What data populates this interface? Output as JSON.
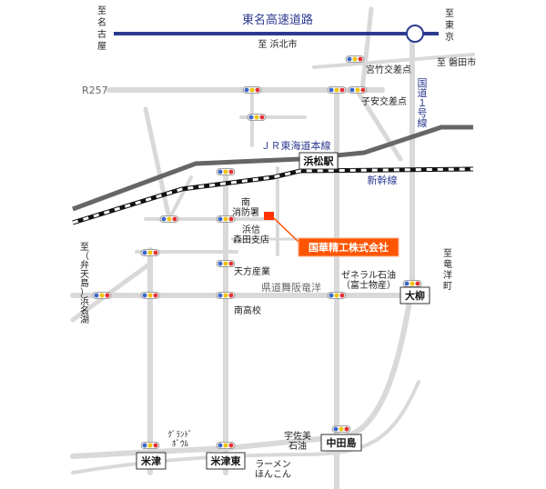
{
  "expressway": {
    "name": "東名高速道路"
  },
  "directions": {
    "nagoya": "至名古屋",
    "tokyo_top": "至東京",
    "hamakita": "至 浜北市",
    "iwata": "至 磐田市",
    "hamanako": "至（弁天島）浜名湖",
    "ryuyo": "至竜洋町"
  },
  "roads": {
    "r257": "R257",
    "national1": "国道１号線",
    "prefectural": "県道舞阪竜洋"
  },
  "rail": {
    "jr": "ＪＲ東海道本線",
    "shinkansen": "新幹線"
  },
  "stations": {
    "hamamatsu": "浜松駅"
  },
  "intersections": {
    "ohyanagi": "大柳",
    "nakatajima": "中田島",
    "yonezu": "米津",
    "yonezu_higashi": "米津東",
    "miyatake": "宮竹交差点",
    "koyasu": "子安交差点"
  },
  "landmarks": {
    "fire_station": [
      "南",
      "消防署"
    ],
    "bank": [
      "浜信",
      "森田支店"
    ],
    "tenpo": "天方産業",
    "high_school": "南高校",
    "general_oil": [
      "ゼネラル石油",
      "（富士物産）"
    ],
    "usami": [
      "宇佐美",
      "石油"
    ],
    "ramen": [
      "ラーメン",
      "ほんこん"
    ],
    "ground_bowl": [
      "ｸﾞﾗﾝﾄﾞ",
      "ﾎﾞｳﾙ"
    ]
  },
  "company": {
    "name": "国華精工株式会社"
  },
  "colors": {
    "expressway": "#2b3a8f",
    "road": "#d9d9d9",
    "jr_line": "#666666",
    "marker": "#ff3300",
    "callout": "#ff5500"
  }
}
